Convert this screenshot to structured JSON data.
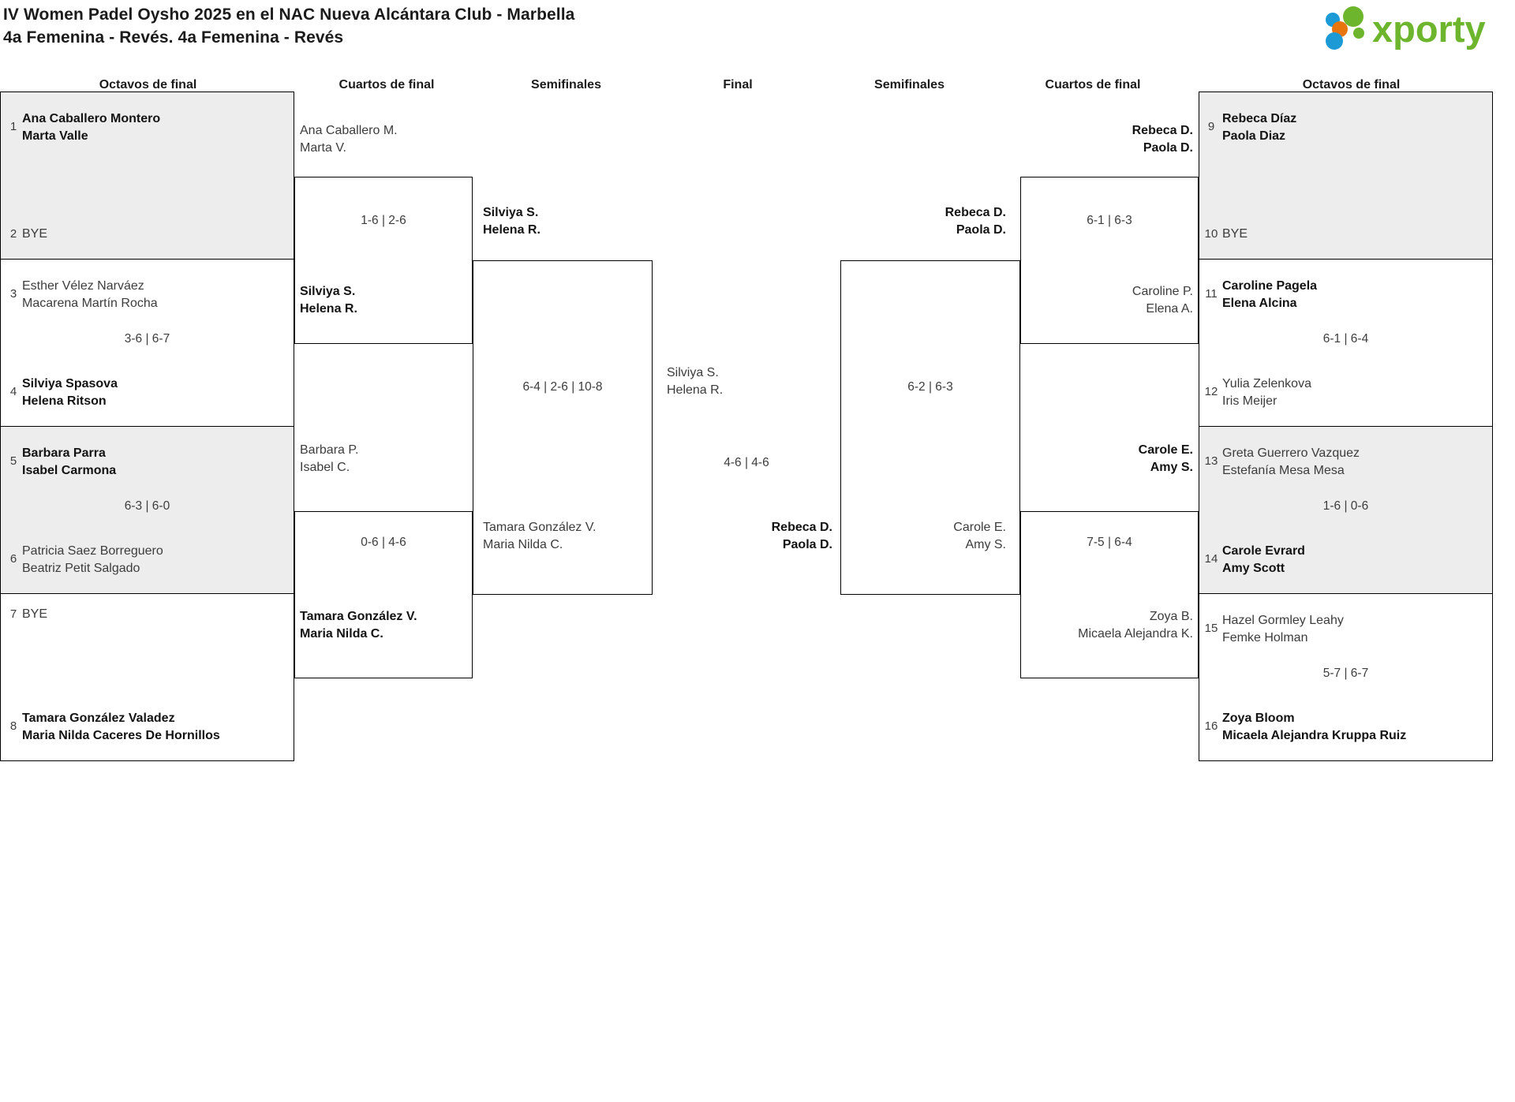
{
  "header": {
    "title_line1": "IV Women Padel Oysho 2025 en el NAC Nueva Alcántara Club - Marbella",
    "title_line2": "4a Femenina - Revés. 4a Femenina - Revés",
    "logo_text": "xporty",
    "logo_colors": {
      "green": "#6cb52d",
      "orange": "#e8740c",
      "blue": "#1b9ad6"
    }
  },
  "rounds": {
    "left_r16": "Octavos de final",
    "left_qf": "Cuartos de final",
    "left_sf": "Semifinales",
    "final": "Final",
    "right_sf": "Semifinales",
    "right_qf": "Cuartos de final",
    "right_r16": "Octavos de final"
  },
  "bye_label": "BYE",
  "left": {
    "r16": [
      {
        "seed": "1",
        "p1": "Ana Caballero Montero",
        "p2": "Marta Valle",
        "winner": true,
        "shaded": true
      },
      {
        "seed": "2",
        "bye": true,
        "shaded": true
      },
      {
        "seed": "3",
        "p1": "Esther Vélez Narváez",
        "p2": "Macarena Martín Rocha",
        "winner": false
      },
      {
        "seed": "4",
        "p1": "Silviya Spasova",
        "p2": "Helena Ritson",
        "winner": true
      },
      {
        "seed": "5",
        "p1": "Barbara Parra",
        "p2": "Isabel Carmona",
        "winner": true,
        "shaded": true
      },
      {
        "seed": "6",
        "p1": "Patricia Saez Borreguero",
        "p2": "Beatriz Petit Salgado",
        "winner": false,
        "shaded": true
      },
      {
        "seed": "7",
        "bye": true
      },
      {
        "seed": "8",
        "p1": "Tamara González Valadez",
        "p2": "Maria Nilda Caceres De Hornillos",
        "winner": true
      }
    ],
    "r16_scores": [
      "",
      "3-6 | 6-7",
      "6-3 | 6-0",
      ""
    ],
    "qf": [
      {
        "p1": "Ana Caballero M.",
        "p2": "Marta V.",
        "winner": false
      },
      {
        "p1": "Silviya S.",
        "p2": "Helena R.",
        "winner": true
      },
      {
        "p1": "Barbara P.",
        "p2": "Isabel C.",
        "winner": false
      },
      {
        "p1": "Tamara González V.",
        "p2": "Maria Nilda C.",
        "winner": true
      }
    ],
    "qf_scores": [
      "1-6 | 2-6",
      "0-6 | 4-6"
    ],
    "sf": [
      {
        "p1": "Silviya S.",
        "p2": "Helena R.",
        "winner": true
      },
      {
        "p1": "Tamara González V.",
        "p2": "Maria Nilda C.",
        "winner": false
      }
    ],
    "sf_scores": [
      "6-4 | 2-6 | 10-8"
    ]
  },
  "final": {
    "top": {
      "p1": "Silviya S.",
      "p2": "Helena R.",
      "winner": false
    },
    "bottom": {
      "p1": "Rebeca D.",
      "p2": "Paola D.",
      "winner": true
    },
    "score": "4-6 | 4-6"
  },
  "right": {
    "sf": [
      {
        "p1": "Rebeca D.",
        "p2": "Paola D.",
        "winner": true
      },
      {
        "p1": "Carole E.",
        "p2": "Amy S.",
        "winner": false
      }
    ],
    "sf_scores": [
      "6-2 | 6-3"
    ],
    "qf": [
      {
        "p1": "Rebeca D.",
        "p2": "Paola D.",
        "winner": true
      },
      {
        "p1": "Caroline P.",
        "p2": "Elena A.",
        "winner": false
      },
      {
        "p1": "Carole E.",
        "p2": "Amy S.",
        "winner": true
      },
      {
        "p1": "Zoya B.",
        "p2": "Micaela Alejandra K.",
        "winner": false
      }
    ],
    "qf_scores": [
      "6-1 | 6-3",
      "7-5 | 6-4"
    ],
    "r16": [
      {
        "seed": "9",
        "p1": "Rebeca Díaz",
        "p2": "Paola Diaz",
        "winner": true,
        "shaded": true
      },
      {
        "seed": "10",
        "bye": true,
        "shaded": true
      },
      {
        "seed": "11",
        "p1": "Caroline Pagela",
        "p2": "Elena Alcina",
        "winner": true
      },
      {
        "seed": "12",
        "p1": "Yulia Zelenkova",
        "p2": "Iris Meijer",
        "winner": false
      },
      {
        "seed": "13",
        "p1": "Greta Guerrero Vazquez",
        "p2": "Estefanía Mesa Mesa",
        "winner": false,
        "shaded": true
      },
      {
        "seed": "14",
        "p1": "Carole Evrard",
        "p2": "Amy Scott",
        "winner": true,
        "shaded": true
      },
      {
        "seed": "15",
        "p1": "Hazel Gormley Leahy",
        "p2": "Femke Holman",
        "winner": false
      },
      {
        "seed": "16",
        "p1": "Zoya Bloom",
        "p2": "Micaela Alejandra Kruppa Ruiz",
        "winner": true
      }
    ],
    "r16_scores": [
      "",
      "6-1 | 6-4",
      "1-6 | 0-6",
      "5-7 | 6-7"
    ]
  }
}
